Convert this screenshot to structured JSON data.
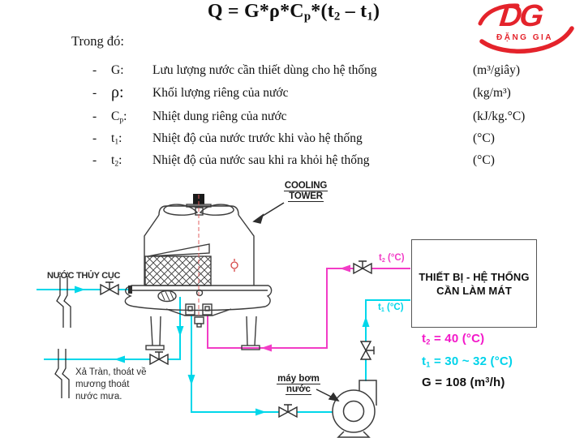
{
  "colors": {
    "pipe_cold": "#00d7ea",
    "pipe_hot": "#f23cc6",
    "value_cold": "#00d3ea",
    "value_hot": "#f318c9",
    "logo_red": "#e4232b"
  },
  "formula": {
    "segments": [
      {
        "t": "Q = G*ρ*C"
      },
      {
        "t": "p",
        "sub": true
      },
      {
        "t": "*(t"
      },
      {
        "t": "2",
        "sub": true
      },
      {
        "t": " – t"
      },
      {
        "t": "1",
        "sub": true
      },
      {
        "t": ")"
      }
    ]
  },
  "logo": {
    "initials": "DG",
    "name": "ĐẶNG GIA"
  },
  "intro": "Trong đó:",
  "defs": {
    "dash": "-",
    "rows": [
      {
        "symbol": [
          {
            "t": "G:"
          }
        ],
        "desc": "Lưu lượng nước cần thiết dùng cho hệ thống",
        "unit": "(m³/giây)"
      },
      {
        "symbol": [
          {
            "t": "ρ:"
          }
        ],
        "desc": "Khối lượng riêng của nước",
        "unit": "(kg/m³)"
      },
      {
        "symbol": [
          {
            "t": "C"
          },
          {
            "t": "p",
            "sub": true
          },
          {
            "t": ":"
          }
        ],
        "desc": "Nhiệt dung riêng của nước",
        "unit": "(kJ/kg.°C)"
      },
      {
        "symbol": [
          {
            "t": "t"
          },
          {
            "t": "1",
            "sub": true
          },
          {
            "t": ":"
          }
        ],
        "desc": "Nhiệt độ của nước trước khi vào hệ thống",
        "unit": "(°C)"
      },
      {
        "symbol": [
          {
            "t": "t"
          },
          {
            "t": "2",
            "sub": true
          },
          {
            "t": ":"
          }
        ],
        "desc": "Nhiệt độ của nước sau khi ra khỏi hệ thống",
        "unit": "(°C)"
      }
    ]
  },
  "diagram": {
    "tower_label": {
      "line1": "COOLING",
      "line2": "TOWER"
    },
    "city_water_label": "NƯỚC THỦY CỤC",
    "overflow_label": "Xả Tràn, thoát về mương thoát nước mưa.",
    "pump_label": {
      "line1": "máy bơm",
      "line2": "nước"
    },
    "equipment_box": {
      "line1": "THIẾT BỊ - HỆ THỐNG",
      "line2": "CẦN LÀM MÁT"
    },
    "pipe_labels": {
      "t2": [
        {
          "t": "t"
        },
        {
          "t": "2",
          "sub": true
        },
        {
          "t": " (°C)"
        }
      ],
      "t1": [
        {
          "t": "t"
        },
        {
          "t": "1",
          "sub": true
        },
        {
          "t": " (°C)"
        }
      ]
    },
    "values": {
      "t2": [
        {
          "t": "t"
        },
        {
          "t": "2",
          "sub": true
        },
        {
          "t": " = 40 (°C)"
        }
      ],
      "t1": [
        {
          "t": "t"
        },
        {
          "t": "1",
          "sub": true
        },
        {
          "t": " = 30 ~ 32 (°C)"
        }
      ],
      "g": [
        {
          "t": "G = 108 (m"
        },
        {
          "t": "3",
          "sup": true
        },
        {
          "t": "/h)"
        }
      ]
    }
  }
}
